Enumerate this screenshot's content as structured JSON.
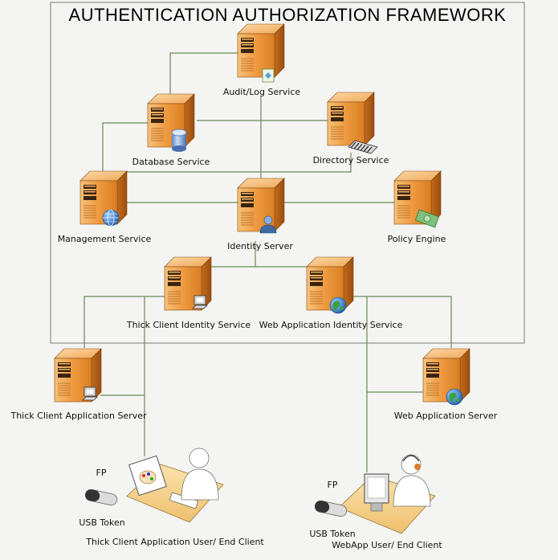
{
  "title": "AUTHENTICATION AUTHORIZATION FRAMEWORK",
  "colors": {
    "connector": "#6a8a5a",
    "frame": "#777777",
    "server_light": "#f5b86a",
    "server_mid": "#e89338",
    "server_dark": "#b8641c",
    "desk": "#f6d08a"
  },
  "nodes": [
    {
      "id": "audit",
      "label": "Audit/Log Service",
      "icon": "log-icon"
    },
    {
      "id": "database",
      "label": "Database Service",
      "icon": "database-icon"
    },
    {
      "id": "directory",
      "label": "Directory Service",
      "icon": "directory-icon"
    },
    {
      "id": "management",
      "label": "Management Service",
      "icon": "globe-icon"
    },
    {
      "id": "identity",
      "label": "Identity Server",
      "icon": "user-icon"
    },
    {
      "id": "policy",
      "label": "Policy Engine",
      "icon": "money-icon"
    },
    {
      "id": "thick_identity",
      "label": "Thick Client Identity Service",
      "icon": "computer-icon"
    },
    {
      "id": "web_identity",
      "label": "Web Application Identity Service",
      "icon": "earth-icon"
    },
    {
      "id": "thick_app",
      "label": "Thick Client Application Server",
      "icon": "computer-icon"
    },
    {
      "id": "web_app",
      "label": "Web Application Server",
      "icon": "earth-icon"
    }
  ],
  "clients": [
    {
      "id": "thick_user",
      "label": "Thick Client Application User/ End Client",
      "fp": "FP",
      "token": "USB Token"
    },
    {
      "id": "web_user",
      "label": "WebApp User/ End Client",
      "fp": "FP",
      "token": "USB Token"
    }
  ]
}
